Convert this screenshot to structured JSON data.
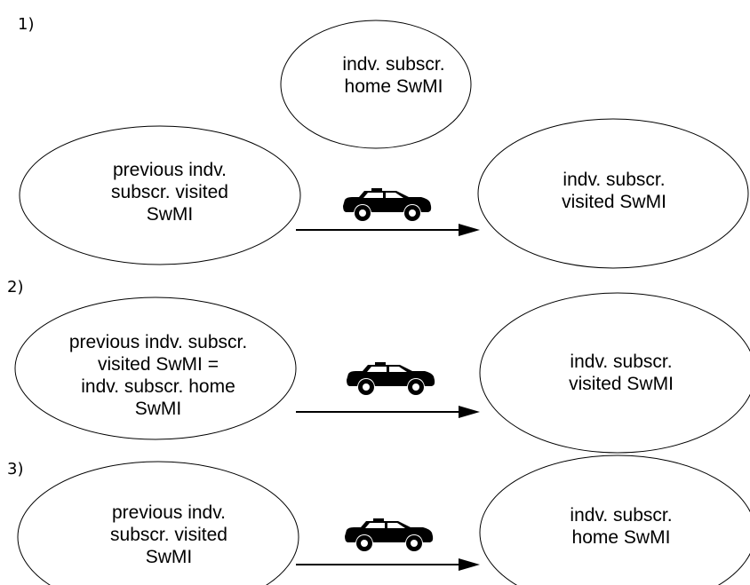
{
  "scenarios": [
    {
      "label": "1)",
      "home_node": "indv. subscr.\nhome SwMI",
      "source_node": "previous indv.\nsubscr. visited\nSwMI",
      "target_node": "indv. subscr.\nvisited SwMI"
    },
    {
      "label": "2)",
      "source_node": "previous indv. subscr.\nvisited SwMI =\nindv. subscr. home\nSwMI",
      "target_node": "indv. subscr.\nvisited SwMI"
    },
    {
      "label": "3)",
      "source_node": "previous indv.\nsubscr. visited\nSwMI",
      "target_node": "indv. subscr.\nhome SwMI"
    }
  ],
  "icons": {
    "vehicle": "car-icon",
    "movement": "arrow-right-icon"
  },
  "colors": {
    "stroke": "#000000",
    "fill": "#ffffff"
  }
}
